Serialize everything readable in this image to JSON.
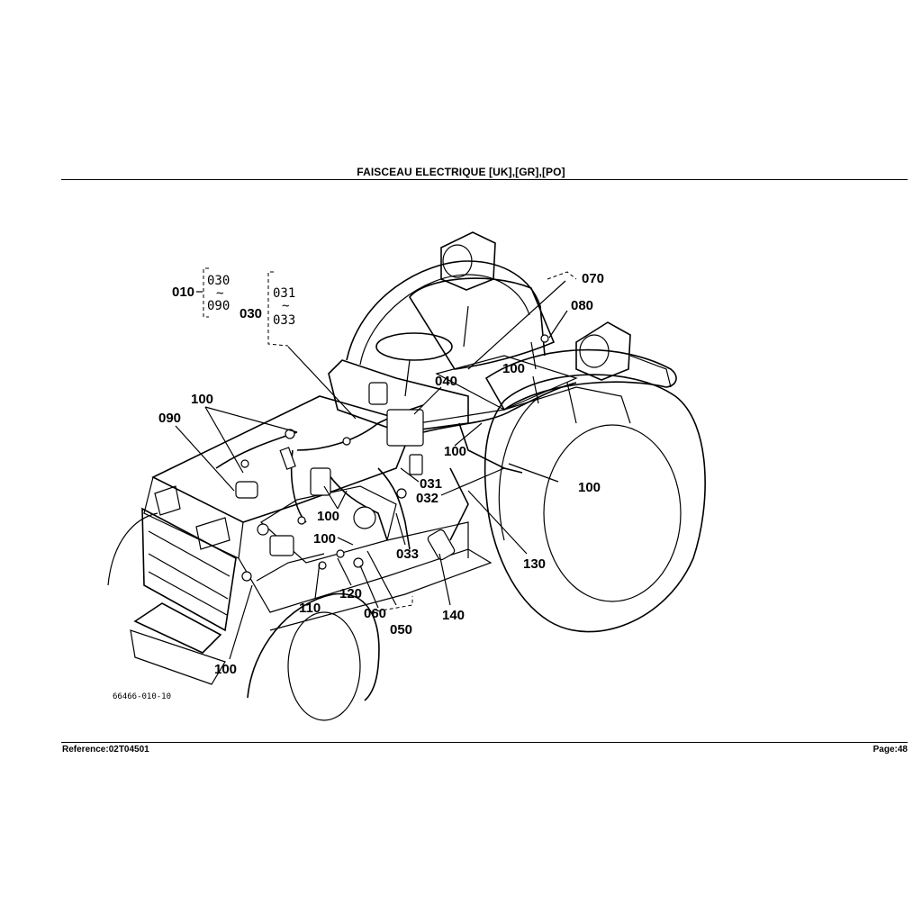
{
  "header": {
    "title": "FAISCEAU ELECTRIQUE   [UK],[GR],[PO]"
  },
  "footer": {
    "reference": "Reference:02T04501",
    "page": "Page:48"
  },
  "drawing": {
    "id": "66466-010-10"
  },
  "group_010": {
    "label": "010",
    "range_from": "030",
    "range_to": "090"
  },
  "group_030": {
    "label": "030",
    "range_from": "031",
    "range_to": "033"
  },
  "callouts": {
    "c070": "070",
    "c080": "080",
    "c100_a": "100",
    "c040": "040",
    "c100_b": "100",
    "c100_c": "100",
    "c090": "090",
    "c031": "031",
    "c032": "032",
    "c100_d": "100",
    "c100_e": "100",
    "c033": "033",
    "c120": "120",
    "c110": "110",
    "c060": "060",
    "c050": "050",
    "c140": "140",
    "c130": "130",
    "c100_f": "100",
    "c100_g": "100"
  }
}
